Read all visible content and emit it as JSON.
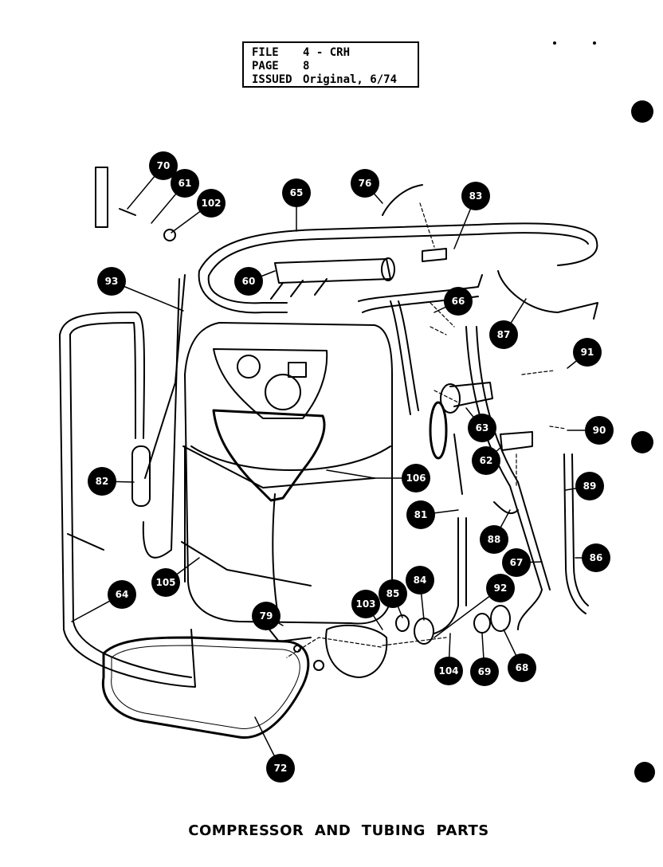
{
  "file_box": {
    "rows": [
      {
        "key": "FILE",
        "value": "4 - CRH"
      },
      {
        "key": "PAGE",
        "value": "8"
      },
      {
        "key": "ISSUED",
        "value": "Original, 6/74"
      }
    ]
  },
  "caption": "COMPRESSOR  AND  TUBING  PARTS",
  "callouts": {
    "c70": "70",
    "c61": "61",
    "c102": "102",
    "c65": "65",
    "c76": "76",
    "c83a": "83",
    "c93": "93",
    "c60": "60",
    "c66": "66",
    "c87a": "87",
    "c91": "91",
    "c63": "63",
    "c90": "90",
    "c62": "62",
    "c82": "82",
    "c106": "106",
    "c81": "81",
    "c89": "89",
    "c88": "88",
    "c67": "67",
    "c86": "86",
    "c105": "105",
    "c64": "64",
    "c84": "84",
    "c92": "92",
    "c103": "103",
    "c85": "85",
    "c79": "79",
    "c104": "104",
    "c69": "69",
    "c68": "68",
    "c72": "72"
  }
}
